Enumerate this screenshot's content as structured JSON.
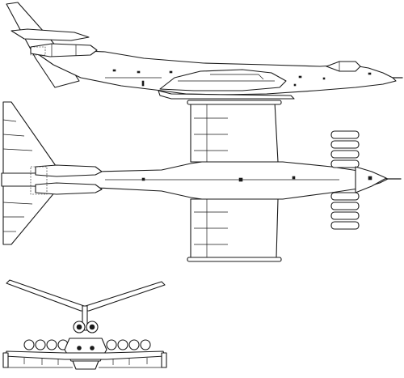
{
  "drawing": {
    "line_color": "#1a1a1a",
    "background": "#ffffff",
    "views": [
      "side-view",
      "top-view",
      "front-view"
    ]
  }
}
